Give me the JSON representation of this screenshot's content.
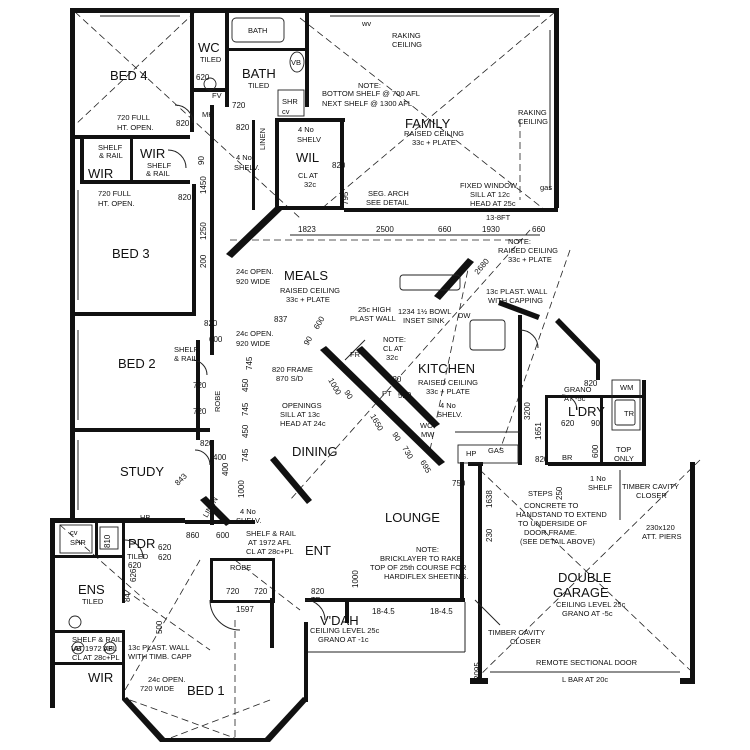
{
  "rooms": {
    "bed4": "BED 4",
    "wc": "WC",
    "bath": "BATH",
    "family": "FAMILY",
    "wir_upper": "WIR",
    "wir_upper2": "WIR",
    "wil": "WIL",
    "bed3": "BED 3",
    "meals": "MEALS",
    "bed2": "BED 2",
    "kitchen": "KITCHEN",
    "ldry": "L'DRY",
    "study": "STUDY",
    "dining": "DINING",
    "lounge": "LOUNGE",
    "pdr": "PDR",
    "ent": "ENT",
    "ens": "ENS",
    "double_garage_1": "DOUBLE",
    "double_garage_2": "GARAGE",
    "vdah": "V'DAH",
    "wir_lower": "WIR",
    "bed1": "BED 1"
  },
  "fixtures": {
    "bath_tub": "BATH",
    "vb": "VB",
    "shr": "SHR",
    "cv": "cv",
    "wv": "wv",
    "mh": "MH",
    "fv": "FV",
    "linen": "LINEN",
    "robe": "ROBE",
    "fr": "FR",
    "dw": "DW",
    "pt": "PT",
    "wo": "WO",
    "mw": "MW",
    "hp": "HP",
    "gas": "GAS",
    "wm": "WM",
    "tr": "TR",
    "br": "BR",
    "hb": "HB",
    "tf": "TF",
    "steps": "STEPS",
    "gas_meter": "gas"
  },
  "notes": {
    "wc_tiled": "TILED",
    "bath_tiled": "TILED",
    "raking_ceiling_1": "RAKING",
    "raking_ceiling_2": "CEILING",
    "raking_right_1": "RAKING",
    "raking_right_2": "CEILING",
    "shelf_note_1": "NOTE:",
    "shelf_note_2": "BOTTOM SHELF @ 700 AFL",
    "shelf_note_3": "NEXT SHELF @ 1300 AFL",
    "family_ceiling_1": "RAISED CEILING",
    "family_ceiling_2": "33c + PLATE",
    "bed4_open_1": "720 FULL",
    "bed4_open_2": "HT. OPEN.",
    "shelf_rail_1": "SHELF",
    "shelf_rail_2": "& RAIL",
    "shelf_rail_3": "SHELF",
    "shelf_rail_4": "& RAIL",
    "bed3_open_1": "720 FULL",
    "bed3_open_2": "HT. OPEN.",
    "four_no_shelv_1": "4 No",
    "four_no_shelv_2": "SHELV.",
    "wil_shelv_1": "4 No",
    "wil_shelv_2": "SHELV",
    "wil_cl_1": "CL AT",
    "wil_cl_2": "32c",
    "seg_arch_1": "SEG. ARCH",
    "seg_arch_2": "SEE DETAIL",
    "fixed_window_1": "FIXED WINDOW",
    "fixed_window_2": "SILL AT 12c",
    "fixed_window_3": "HEAD AT 25c",
    "kit_note_1": "NOTE:",
    "kit_note_2": "RAISED CEILING",
    "kit_note_3": "33c + PLATE",
    "open920_1": "24c OPEN.",
    "open920_2": "920 WIDE",
    "meals_ceiling_1": "RAISED CEILING",
    "meals_ceiling_2": "33c + PLATE",
    "plast_wall_1": "13c PLAST. WALL",
    "plast_wall_2": "WITH CAPPING",
    "high_plast_1": "25c HIGH",
    "high_plast_2": "PLAST WALL",
    "sink_1": "1234 1½ BOWL",
    "sink_2": "INSET SINK",
    "cl32_1": "NOTE:",
    "cl32_2": "CL AT",
    "cl32_3": "32c",
    "open920b_1": "24c OPEN.",
    "open920b_2": "920 WIDE",
    "bed2_shelf_1": "SHELF",
    "bed2_shelf_2": "& RAIL",
    "frame_1": "820 FRAME",
    "frame_2": "870 S/D",
    "kit_ceiling_1": "RAISED CEILING",
    "kit_ceiling_2": "33c + PLATE",
    "grano_1": "GRANO",
    "grano_2": "AT -5c",
    "openings_1": "OPENINGS",
    "openings_2": "SILL AT 13c",
    "openings_3": "HEAD AT 24c",
    "kit_shelv_1": "4 No",
    "kit_shelv_2": "SHELV.",
    "top_only_1": "TOP",
    "top_only_2": "ONLY",
    "ldry_shelf_1": "1 No",
    "ldry_shelf_2": "SHELF",
    "timber_closer_1": "TIMBER CAVITY",
    "timber_closer_2": "CLOSER",
    "concrete_1": "CONCRETE TO",
    "concrete_2": "HANDSTAND TO EXTEND",
    "concrete_3": "TO UNDERSIDE OF",
    "concrete_4": "DOOR FRAME.",
    "concrete_5": "(SEE DETAIL ABOVE)",
    "piers_1": "230x120",
    "piers_2": "ATT. PIERS",
    "linen_shelv_1": "4 No",
    "linen_shelv_2": "SHELV.",
    "ent_shelf_1": "SHELF & RAIL",
    "ent_shelf_2": "AT 1972 AFL",
    "ent_shelf_3": "CL AT 28c+PL",
    "brick_1": "NOTE:",
    "brick_2": "BRICKLAYER TO RAKE",
    "brick_3": "TOP OF 25th COURSE FOR",
    "brick_4": "HARDIFLEX SHEETING.",
    "garage_ceiling": "CEILING LEVEL 25c",
    "garage_grano": "GRANO AT -5c",
    "vdah_ceiling": "CEILING LEVEL 25c",
    "vdah_grano": "GRANO AT -1c",
    "timber_closer_3": "TIMBER CAVITY",
    "timber_closer_4": "CLOSER",
    "remote_door": "REMOTE SECTIONAL DOOR",
    "l_bar": "L BAR AT 20c",
    "ens_tiled": "TILED",
    "pdr_tiled": "TILED",
    "ens_plast_1": "13c PLAST. WALL",
    "ens_plast_2": "WITH TIMB. CAPP",
    "ens_shelf_1": "SHELF & RAIL",
    "ens_shelf_2": "AT 1972 AFL",
    "ens_shelf_3": "CL AT 28c+PL",
    "bed1_open_1": "24c OPEN.",
    "bed1_open_2": "720 WIDE",
    "wal_arc": "13-8FT"
  },
  "dimensions": {
    "d620a": "620",
    "d720a": "720",
    "d820a": "820",
    "d820b": "820",
    "d820c": "820",
    "d90": "90",
    "d1450": "1450",
    "d1250": "1250",
    "d200": "200",
    "d795": "795",
    "d820d": "820",
    "d1823": "1823",
    "d2500": "2500",
    "d660a": "660",
    "d1930": "1930",
    "d660b": "660",
    "d2680": "2680",
    "d837": "837",
    "d600a": "600",
    "d820e": "820",
    "d600b": "600",
    "d720b": "720",
    "d720c": "720",
    "d745a": "745",
    "d450a": "450",
    "d745b": "745",
    "d450b": "450",
    "d745c": "745",
    "d90b": "90",
    "d1000a": "1000",
    "d90c": "90",
    "d1650": "1650",
    "d90d": "90",
    "d730": "730",
    "d695": "695",
    "d520a": "520",
    "d520b": "520",
    "d3200": "3200",
    "d1651": "1651",
    "d820f": "820",
    "d620b": "620",
    "d90e": "90",
    "d600c": "600",
    "d820g": "820",
    "d820h": "820",
    "d400a": "400",
    "d400b": "400",
    "d843": "843",
    "d1000b": "1000",
    "d750": "750",
    "d1638": "1638",
    "d230": "230",
    "d250": "250",
    "d810": "810",
    "d620c": "620",
    "d620d": "620",
    "d860": "860",
    "d600d": "600",
    "d626": "626",
    "d84": "84",
    "d720d": "720",
    "d720e": "720",
    "d1597": "1597",
    "d500": "500",
    "d820i": "820",
    "d1000c": "1000",
    "d1845a": "18-4.5",
    "d1845b": "18-4.5",
    "d2095": "2095",
    "d620e": "620"
  }
}
